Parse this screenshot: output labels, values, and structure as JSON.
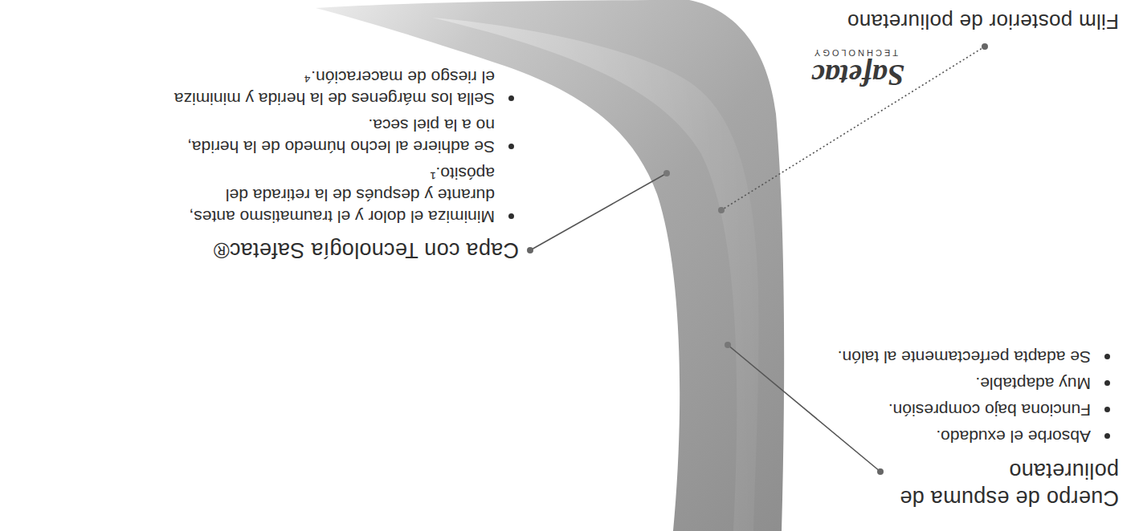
{
  "diagram": {
    "labels": [
      "Cuerpo de espuma de poliuretano",
      "Absorbe el exudado.",
      "Funciona bajo compresión.",
      "Muy adaptable.",
      "Se adapta perfectamente al talón.",
      "Capa con Tecnología Safetac®",
      "Minimiza el dolor y el traumatismo antes, durante y después de la retirada del apósito.¹",
      "Se adhiere al lecho húmedo de la herida, no a la piel seca.",
      "Sella los márgenes de la herida y minimiza el riesgo de maceración.⁴",
      "Film posterior de poliuretano",
      "Safetac",
      "TECHNOLOGY"
    ]
  }
}
